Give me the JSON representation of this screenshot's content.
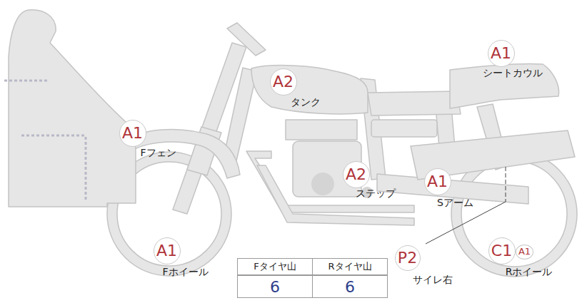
{
  "diagram": {
    "nodes": [
      {
        "text": [
          "A1",
          "シートカウル"
        ]
      },
      {
        "text": [
          "A2",
          "タンク"
        ]
      },
      {
        "text": [
          "A1",
          "Fフェン"
        ]
      },
      {
        "text": [
          "A2",
          "ステップ"
        ]
      },
      {
        "text": [
          "A1",
          "Sアーム"
        ]
      },
      {
        "text": [
          "A1",
          "Fホイール"
        ]
      },
      {
        "text": [
          "P2",
          "サイレ右"
        ]
      },
      {
        "text": [
          "C1",
          "A1",
          "Rホイール"
        ]
      }
    ],
    "labels": [
      "Fタイヤ山",
      "Rタイヤ山",
      "6",
      "6"
    ]
  }
}
